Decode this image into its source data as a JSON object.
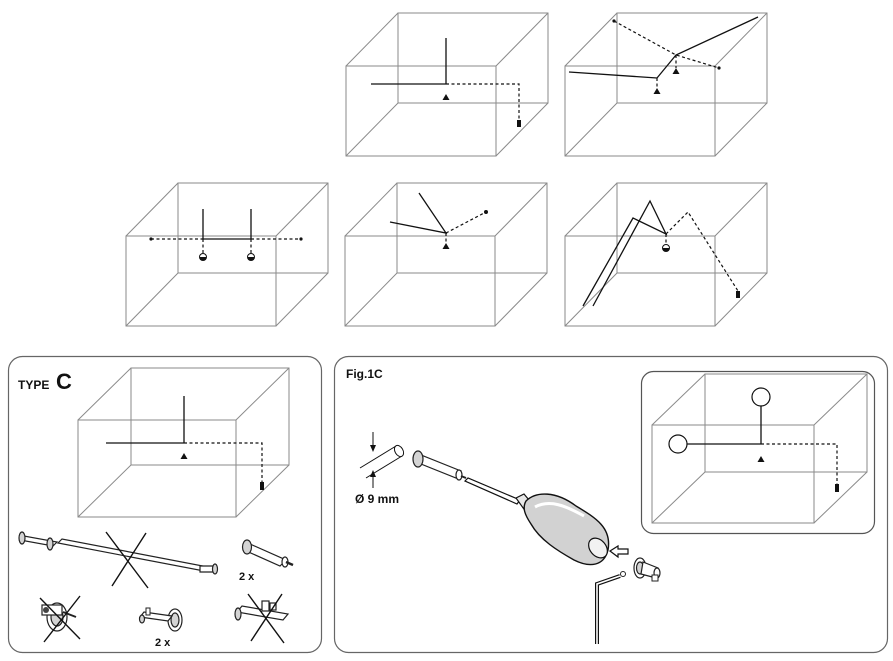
{
  "panel_c": {
    "type_word": "TYPE",
    "type_letter": "C",
    "qty_end_fitting": "2 x",
    "qty_bracket": "2 x"
  },
  "panel_1c": {
    "fig_label": "Fig.1C",
    "diameter_label": "Ø 9 mm"
  }
}
